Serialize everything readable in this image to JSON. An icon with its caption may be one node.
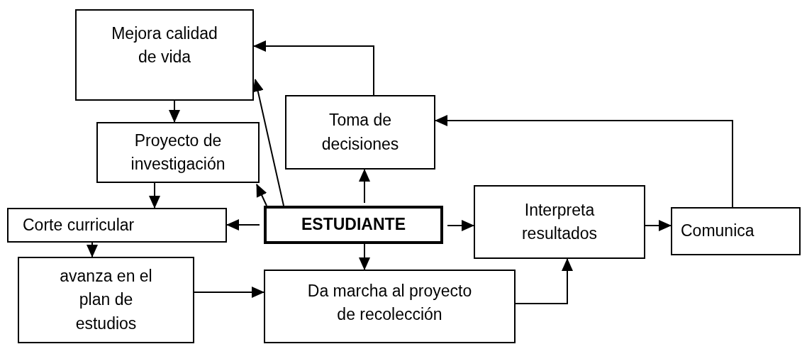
{
  "diagram": {
    "nodes": [
      {
        "text": [
          "Mejora calidad de vida"
        ]
      },
      {
        "text": [
          "Toma de decisiones"
        ]
      },
      {
        "text": [
          "Proyecto de investigación"
        ]
      },
      {
        "text": [
          "Corte curricular"
        ]
      },
      {
        "text": [
          "ESTUDIANTE"
        ]
      },
      {
        "text": [
          "Interpreta resultados"
        ]
      },
      {
        "text": [
          "Comunica"
        ]
      },
      {
        "text": [
          "avanza en el plan de estudios"
        ]
      },
      {
        "text": [
          "Da marcha al proyecto de recolección"
        ]
      }
    ],
    "edges": [
      {
        "from": 1,
        "to": 0,
        "arrow": "to"
      },
      {
        "from": 6,
        "to": 1,
        "arrow": "to"
      },
      {
        "from": 0,
        "to": 2,
        "arrow": "to"
      },
      {
        "from": 2,
        "to": 3,
        "arrow": "to"
      },
      {
        "from": 4,
        "to": 0,
        "arrow": "to"
      },
      {
        "from": 4,
        "to": 2,
        "arrow": "to"
      },
      {
        "from": 4,
        "to": 1,
        "arrow": "to"
      },
      {
        "from": 4,
        "to": 3,
        "arrow": "to"
      },
      {
        "from": 4,
        "to": 5,
        "arrow": "to"
      },
      {
        "from": 4,
        "to": 8,
        "arrow": "to"
      },
      {
        "from": 3,
        "to": 7,
        "arrow": "to"
      },
      {
        "from": 7,
        "to": 8,
        "arrow": "to"
      },
      {
        "from": 8,
        "to": 5,
        "arrow": "to"
      },
      {
        "from": 5,
        "to": 6,
        "arrow": "to"
      }
    ]
  }
}
